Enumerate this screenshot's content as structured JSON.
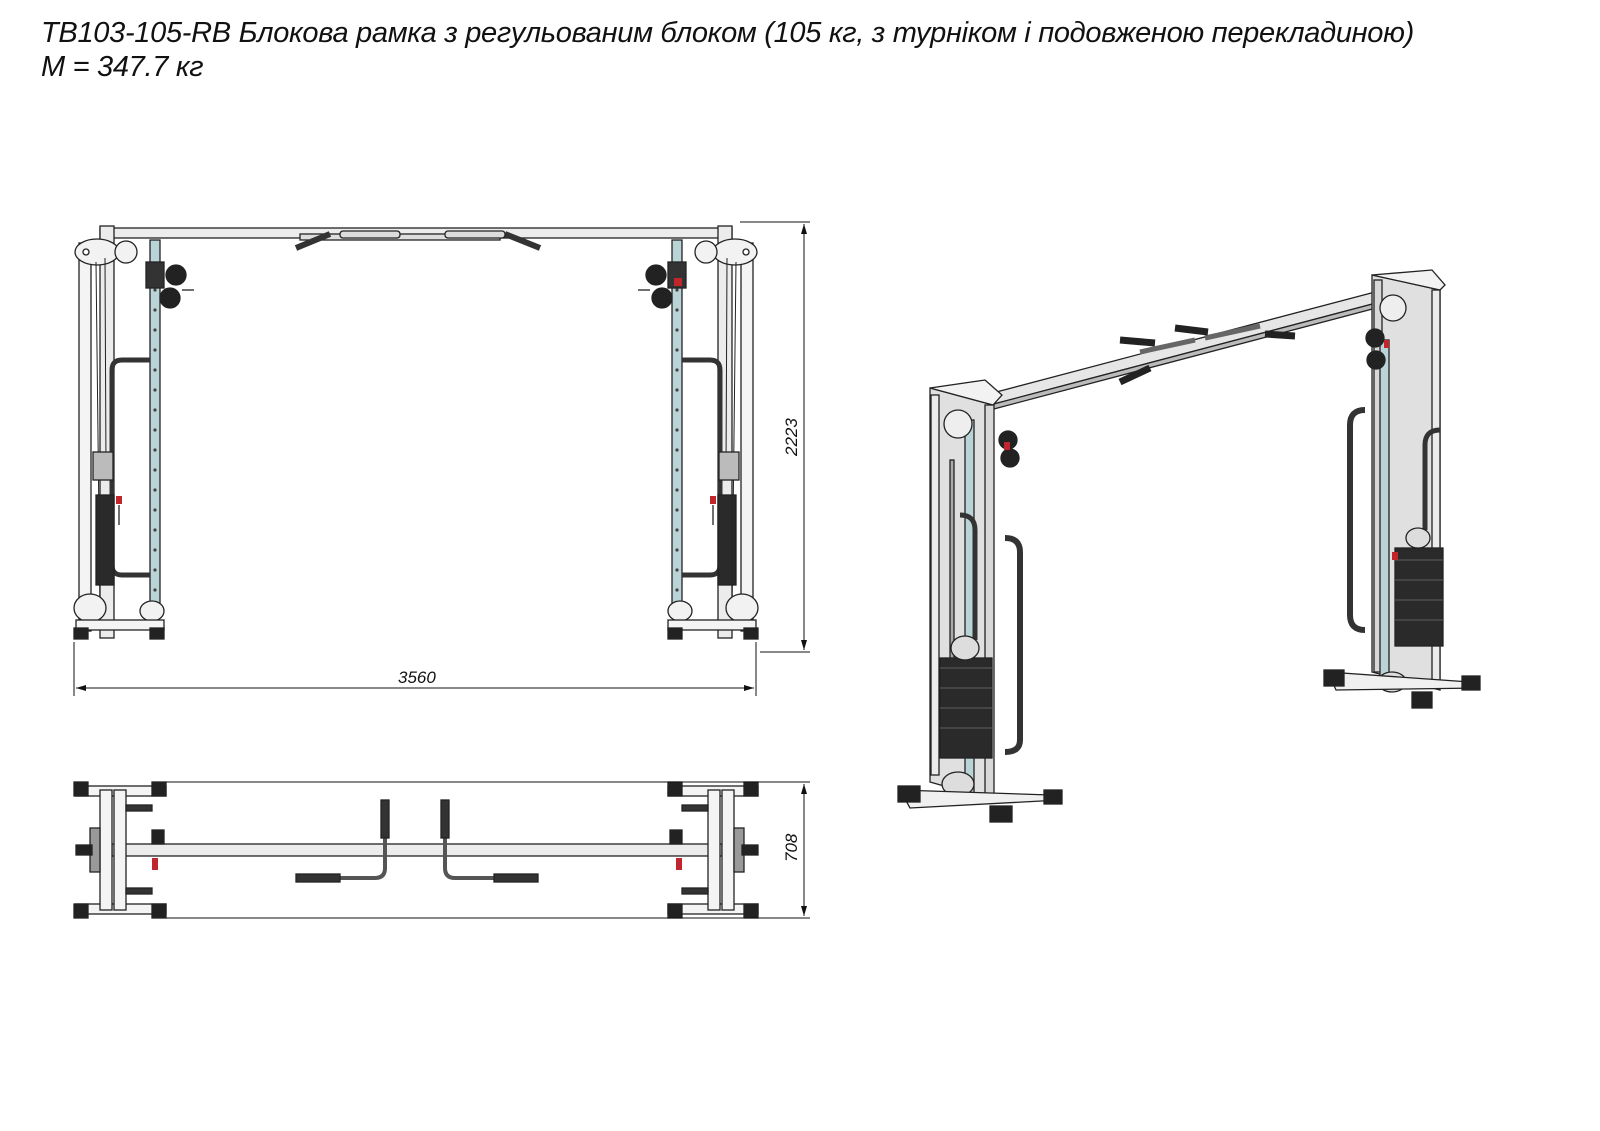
{
  "title": "ТВ103-105-RB Блокова рамка з регульованим блоком (105 кг, з турніком і подовженою перекладиною)",
  "mass": "M = 347.7 кг",
  "dimensions": {
    "width": "3560",
    "height": "2223",
    "depth": "708"
  },
  "colors": {
    "frame": "#e8e8e8",
    "outline": "#222222",
    "column": "#b9d3d6",
    "weights": "#2a2a2a",
    "accent": "#c0262c"
  }
}
